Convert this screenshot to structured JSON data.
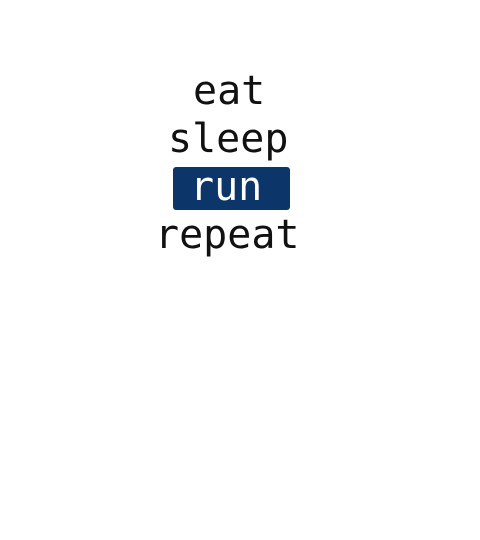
{
  "words": {
    "line1": "eat",
    "line2": "sleep",
    "line3": "run",
    "line4": "repeat"
  },
  "colors": {
    "text": "#111111",
    "highlight_background": "#0c3569",
    "highlight_text": "#ffffff",
    "page_background": "#ffffff"
  }
}
